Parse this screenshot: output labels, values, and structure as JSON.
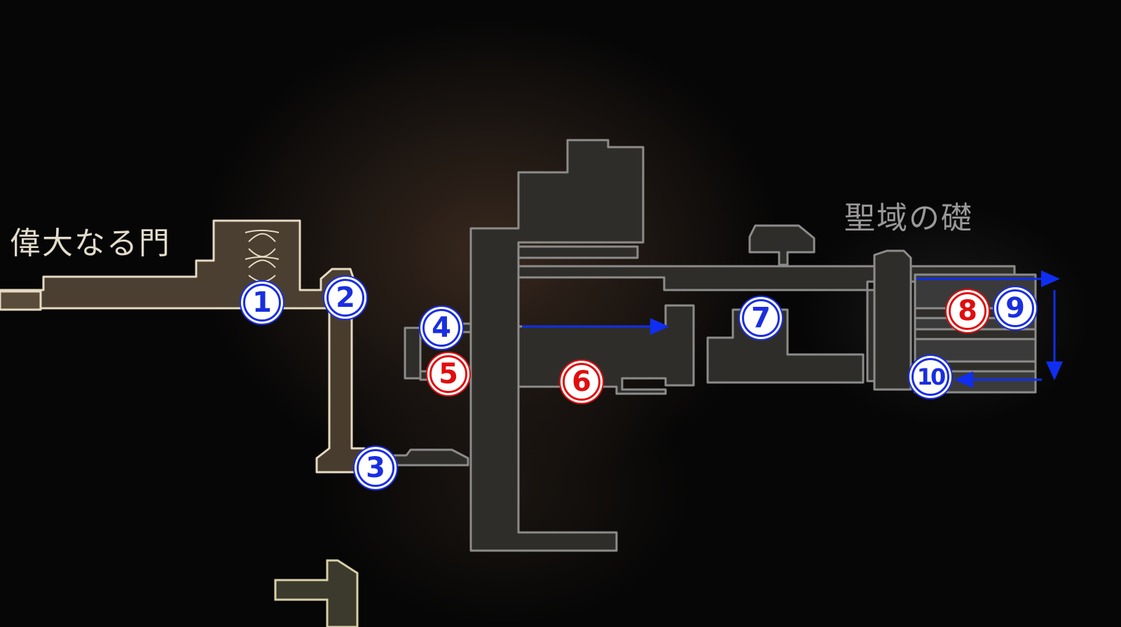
{
  "map": {
    "areas": [
      {
        "id": "gate",
        "name": "偉大なる門"
      },
      {
        "id": "sanctuary",
        "name": "聖域の礎"
      }
    ],
    "markers": [
      {
        "id": "1",
        "label": "1",
        "color": "blue"
      },
      {
        "id": "2",
        "label": "2",
        "color": "blue"
      },
      {
        "id": "3",
        "label": "3",
        "color": "blue"
      },
      {
        "id": "4",
        "label": "4",
        "color": "blue"
      },
      {
        "id": "5",
        "label": "5",
        "color": "red"
      },
      {
        "id": "6",
        "label": "6",
        "color": "red"
      },
      {
        "id": "7",
        "label": "7",
        "color": "blue"
      },
      {
        "id": "8",
        "label": "8",
        "color": "red"
      },
      {
        "id": "9",
        "label": "9",
        "color": "blue"
      },
      {
        "id": "10",
        "label": "10",
        "color": "blue"
      }
    ],
    "colors": {
      "marker_blue": "#1a2ee0",
      "marker_red": "#e00e0e",
      "route_arrow": "#0f2ef0",
      "explored_wall": "#e8dcc4",
      "unexplored_wall": "#8a8a8a",
      "room_fill": "#2e2c29"
    }
  }
}
